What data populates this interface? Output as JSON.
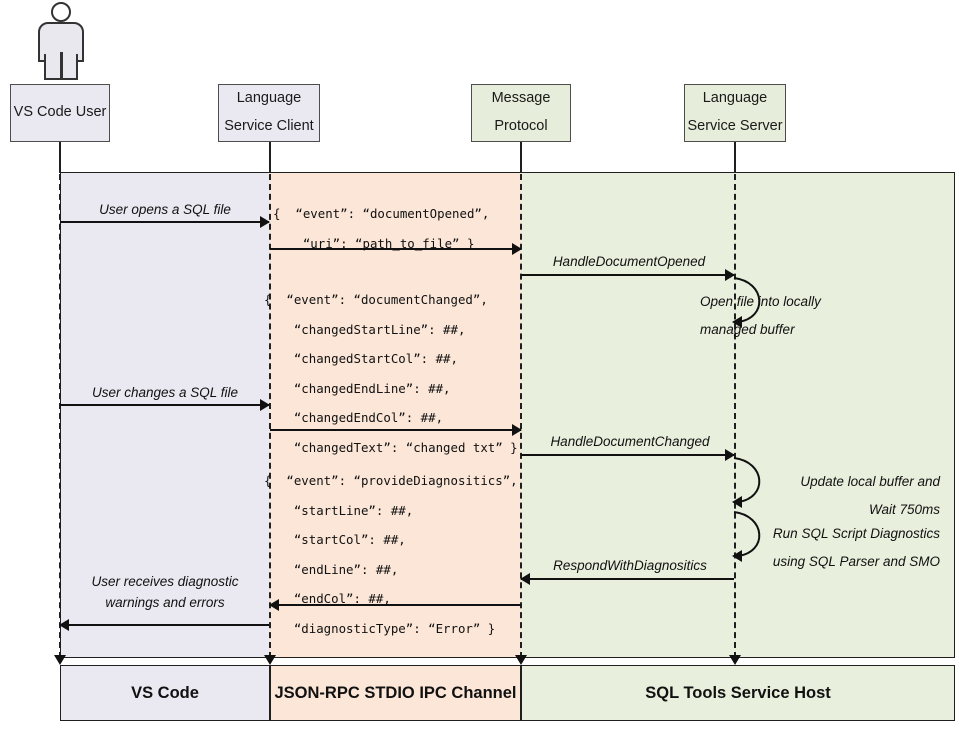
{
  "diagram": {
    "title": "SQL Tools Service language service sequence diagram",
    "colors": {
      "vscode_band": "#eae9f1",
      "ipc_band": "#fbe6d8",
      "service_band": "#e9efdd",
      "stroke": "#1f1f1f"
    }
  },
  "actor": {
    "name": "vs-code-user-actor"
  },
  "participants": [
    {
      "id": "vs-code-user",
      "label_line1": "VS Code User",
      "label_line2": "",
      "zone": "purple"
    },
    {
      "id": "language-service-client",
      "label_line1": "Language",
      "label_line2": "Service Client",
      "zone": "purple"
    },
    {
      "id": "message-protocol",
      "label_line1": "Message",
      "label_line2": "Protocol",
      "zone": "green"
    },
    {
      "id": "language-service-server",
      "label_line1": "Language",
      "label_line2": "Service Server",
      "zone": "green"
    }
  ],
  "messages": [
    {
      "id": "user-opens-sql-file",
      "text": "User opens a SQL file",
      "direction": "right"
    },
    {
      "id": "handle-document-opened",
      "text": "HandleDocumentOpened",
      "direction": "right"
    },
    {
      "id": "user-changes-sql-file",
      "text": "User changes a SQL file",
      "direction": "right"
    },
    {
      "id": "handle-document-changed",
      "text": "HandleDocumentChanged",
      "direction": "right"
    },
    {
      "id": "respond-with-diagnositics",
      "text": "RespondWithDiagnositics",
      "direction": "left"
    },
    {
      "id": "user-receives-diagnostics",
      "text": "User receives diagnostic\nwarnings and errors",
      "direction": "left"
    }
  ],
  "json_payloads": [
    {
      "id": "document-opened-payload",
      "text": "{  “event”: “documentOpened”,\n    “uri”: “path_to_file” }"
    },
    {
      "id": "document-changed-payload",
      "text": "{  “event”: “documentChanged”,\n    “changedStartLine”: ##,\n    “changedStartCol”: ##,\n    “changedEndLine”: ##,\n    “changedEndCol”: ##,\n    “changedText”: “changed txt” }"
    },
    {
      "id": "provide-diagnositics-payload",
      "text": "{  “event”: “provideDiagnositics”,\n    “startLine”: ##,\n    “startCol”: ##,\n    “endLine”: ##,\n    “endCol”: ##,\n    “diagnosticType”: “Error” }"
    }
  ],
  "notes": [
    {
      "id": "open-file-note",
      "text": "Open file into locally\nmanaged buffer"
    },
    {
      "id": "update-buffer-note",
      "text": "Update local buffer and\nWait 750ms"
    },
    {
      "id": "run-diagnostics-note",
      "text": "Run SQL Script Diagnostics\nusing SQL Parser and SMO"
    }
  ],
  "footer": [
    {
      "id": "footer-vs-code",
      "label": "VS Code",
      "zone": "purple"
    },
    {
      "id": "footer-ipc",
      "label": "JSON-RPC STDIO IPC Channel",
      "zone": "orange"
    },
    {
      "id": "footer-service",
      "label": "SQL Tools Service Host",
      "zone": "green"
    }
  ]
}
